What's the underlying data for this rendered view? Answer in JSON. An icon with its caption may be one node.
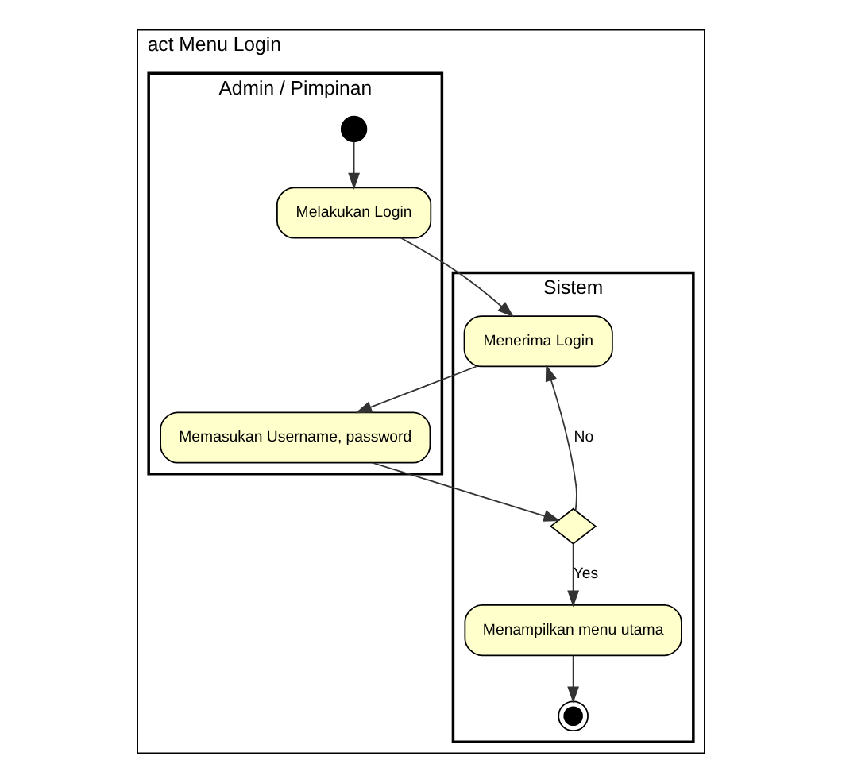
{
  "diagram": {
    "nodes": [
      {
        "text": [
          "act Menu Login"
        ]
      },
      {
        "text": [
          "Admin / Pimpinan"
        ],
        "in": 0
      },
      {
        "text": [
          "Sistem"
        ],
        "in": 0
      },
      {
        "text": [],
        "shape": "circle",
        "in": 1
      },
      {
        "text": [
          "Melakukan Login"
        ],
        "in": 1
      },
      {
        "text": [
          "Menerima Login"
        ],
        "in": 2
      },
      {
        "text": [
          "Memasukan Username, password"
        ],
        "in": 1
      },
      {
        "text": [],
        "shape": "diamond",
        "in": 2
      },
      {
        "text": [
          "Menampilkan menu utama"
        ],
        "in": 2
      },
      {
        "text": [],
        "shape": "bullseye",
        "in": 2
      }
    ],
    "edges": [
      {
        "from": 3,
        "to": 4,
        "arrow": "to"
      },
      {
        "from": 4,
        "to": 5,
        "arrow": "to"
      },
      {
        "from": 5,
        "to": 6,
        "arrow": "to"
      },
      {
        "from": 6,
        "to": 7,
        "arrow": "to"
      },
      {
        "from": 7,
        "to": 5,
        "arrow": "to",
        "label": "No"
      },
      {
        "from": 7,
        "to": 8,
        "arrow": "to",
        "label": "Yes"
      },
      {
        "from": 8,
        "to": 9,
        "arrow": "to"
      }
    ]
  }
}
